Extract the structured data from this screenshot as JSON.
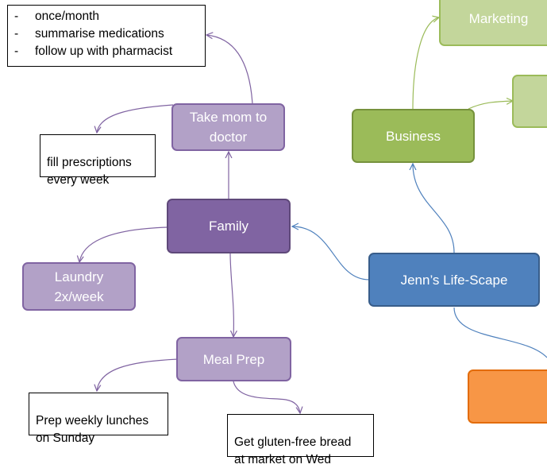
{
  "colors": {
    "family": "#8064a2",
    "family_child": "#b2a1c7",
    "business": "#9bbb59",
    "business_child": "#c3d69b",
    "center": "#4f81bd",
    "orange": "#f79646"
  },
  "center_node": {
    "label": "Jenn’s Life-Scape"
  },
  "family_node": {
    "label": "Family"
  },
  "business_node": {
    "label": "Business"
  },
  "marketing_node": {
    "label": "Marketing"
  },
  "doctor_node": {
    "label": "Take mom to\ndoctor"
  },
  "laundry_node": {
    "label": "Laundry\n2x/week"
  },
  "mealprep_node": {
    "label": "Meal Prep"
  },
  "notes": {
    "doctor_list": [
      "once/month",
      "summarise medications",
      "follow up with pharmacist"
    ],
    "list_dash": "-",
    "prescriptions": "fill prescriptions\nevery week",
    "lunches": "Prep weekly lunches\non Sunday",
    "bread": "Get gluten-free bread\nat market on Wed"
  }
}
